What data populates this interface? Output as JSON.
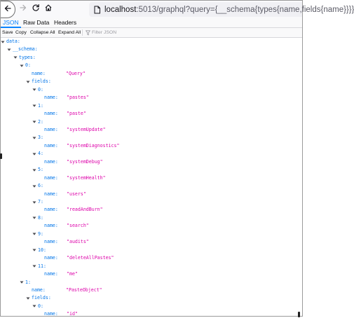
{
  "browser": {
    "url_host": "localhost",
    "url_rest": ":5013/graphql?query={__schema{types{name,fields{name}}}}"
  },
  "viewer": {
    "tabs": {
      "json": "JSON",
      "raw": "Raw Data",
      "headers": "Headers"
    },
    "actions": {
      "save": "Save",
      "copy": "Copy",
      "collapse": "Collapse All",
      "expand": "Expand All"
    },
    "filter_placeholder": "Filter JSON"
  },
  "tree": [
    {
      "kind": "obj",
      "depth": 0,
      "key": "data:"
    },
    {
      "kind": "obj",
      "depth": 1,
      "key": "__schema:"
    },
    {
      "kind": "obj",
      "depth": 2,
      "key": "types:"
    },
    {
      "kind": "obj",
      "depth": 3,
      "key": "0:"
    },
    {
      "kind": "leaf",
      "depth": 4,
      "key": "name:",
      "value": "\"Query\""
    },
    {
      "kind": "obj",
      "depth": 4,
      "key": "fields:"
    },
    {
      "kind": "obj",
      "depth": 5,
      "key": "0:"
    },
    {
      "kind": "leaf",
      "depth": 6,
      "key": "name:",
      "value": "\"pastes\""
    },
    {
      "kind": "obj",
      "depth": 5,
      "key": "1:"
    },
    {
      "kind": "leaf",
      "depth": 6,
      "key": "name:",
      "value": "\"paste\""
    },
    {
      "kind": "obj",
      "depth": 5,
      "key": "2:"
    },
    {
      "kind": "leaf",
      "depth": 6,
      "key": "name:",
      "value": "\"systemUpdate\""
    },
    {
      "kind": "obj",
      "depth": 5,
      "key": "3:"
    },
    {
      "kind": "leaf",
      "depth": 6,
      "key": "name:",
      "value": "\"systemDiagnostics\""
    },
    {
      "kind": "obj",
      "depth": 5,
      "key": "4:"
    },
    {
      "kind": "leaf",
      "depth": 6,
      "key": "name:",
      "value": "\"systemDebug\""
    },
    {
      "kind": "obj",
      "depth": 5,
      "key": "5:"
    },
    {
      "kind": "leaf",
      "depth": 6,
      "key": "name:",
      "value": "\"systemHealth\""
    },
    {
      "kind": "obj",
      "depth": 5,
      "key": "6:"
    },
    {
      "kind": "leaf",
      "depth": 6,
      "key": "name:",
      "value": "\"users\""
    },
    {
      "kind": "obj",
      "depth": 5,
      "key": "7:"
    },
    {
      "kind": "leaf",
      "depth": 6,
      "key": "name:",
      "value": "\"readAndBurn\""
    },
    {
      "kind": "obj",
      "depth": 5,
      "key": "8:"
    },
    {
      "kind": "leaf",
      "depth": 6,
      "key": "name:",
      "value": "\"search\""
    },
    {
      "kind": "obj",
      "depth": 5,
      "key": "9:"
    },
    {
      "kind": "leaf",
      "depth": 6,
      "key": "name:",
      "value": "\"audits\""
    },
    {
      "kind": "obj",
      "depth": 5,
      "key": "10:"
    },
    {
      "kind": "leaf",
      "depth": 6,
      "key": "name:",
      "value": "\"deleteAllPastes\""
    },
    {
      "kind": "obj",
      "depth": 5,
      "key": "11:"
    },
    {
      "kind": "leaf",
      "depth": 6,
      "key": "name:",
      "value": "\"me\""
    },
    {
      "kind": "obj",
      "depth": 3,
      "key": "1:"
    },
    {
      "kind": "leaf",
      "depth": 4,
      "key": "name:",
      "value": "\"PasteObject\""
    },
    {
      "kind": "obj",
      "depth": 4,
      "key": "fields:"
    },
    {
      "kind": "obj",
      "depth": 5,
      "key": "0:"
    },
    {
      "kind": "leaf",
      "depth": 6,
      "key": "name:",
      "value": "\"id\""
    }
  ],
  "colors": {
    "accent": "#0a84ff",
    "key": "#0074e8",
    "string": "#dd00a9"
  },
  "icons": {
    "back": "arrow-left-icon",
    "forward": "arrow-right-icon",
    "reload": "reload-icon",
    "home": "home-icon",
    "page": "page-info-icon",
    "filter": "funnel-icon",
    "expander": "chevron-down-icon"
  }
}
